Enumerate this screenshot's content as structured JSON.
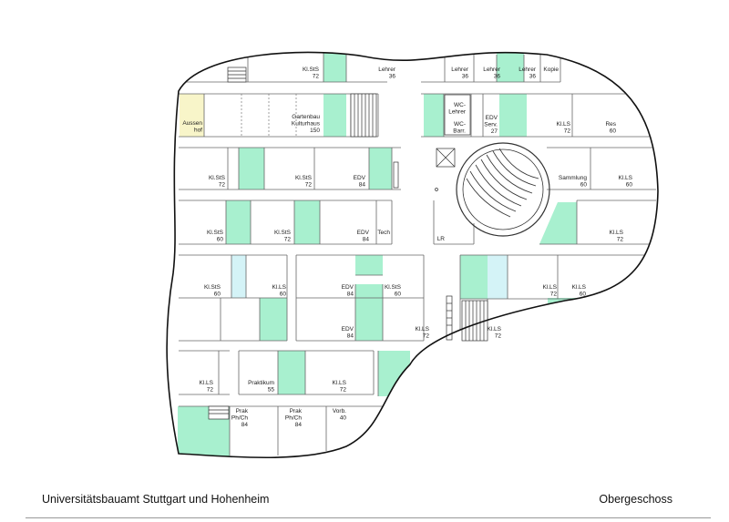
{
  "footer": {
    "institution": "Universitätsbauamt Stuttgart und Hohenheim",
    "floor": "Obergeschoss"
  },
  "colors": {
    "outline": "#111111",
    "wall": "#666666",
    "green_room": "#a8f0cf",
    "light_blue_room": "#d4f3f7",
    "yellow_room": "#f8f5c9"
  },
  "rooms": [
    {
      "id": "r1",
      "lines": [
        "Kl.StS",
        "72"
      ]
    },
    {
      "id": "r2",
      "lines": [
        "Lehrer",
        "36"
      ]
    },
    {
      "id": "r3",
      "lines": [
        "Lehrer",
        "36"
      ]
    },
    {
      "id": "r4",
      "lines": [
        "Lehrer",
        "36"
      ]
    },
    {
      "id": "r5",
      "lines": [
        "Lehrer",
        "36"
      ]
    },
    {
      "id": "r6",
      "lines": [
        "Kopie"
      ]
    },
    {
      "id": "r7",
      "lines": [
        "Aussen",
        "hof"
      ]
    },
    {
      "id": "r8",
      "lines": [
        "Gartenbau",
        "Kulturhaus",
        "150"
      ]
    },
    {
      "id": "r9",
      "lines": [
        "WC-",
        "Lehrer"
      ]
    },
    {
      "id": "r10",
      "lines": [
        "WC-",
        "Barr."
      ]
    },
    {
      "id": "r11",
      "lines": [
        "EDV",
        "Serv.",
        "27"
      ]
    },
    {
      "id": "r12",
      "lines": [
        "Kl.LS",
        "72"
      ]
    },
    {
      "id": "r13",
      "lines": [
        "Res",
        "60"
      ]
    },
    {
      "id": "r14",
      "lines": [
        "Kl.StS",
        "72"
      ]
    },
    {
      "id": "r15",
      "lines": [
        "Kl.StS",
        "72"
      ]
    },
    {
      "id": "r16",
      "lines": [
        "EDV",
        "84"
      ]
    },
    {
      "id": "r17",
      "lines": [
        "Sammlung",
        "60"
      ]
    },
    {
      "id": "r18",
      "lines": [
        "Kl.LS",
        "60"
      ]
    },
    {
      "id": "r19",
      "lines": [
        "Kl.StS",
        "60"
      ]
    },
    {
      "id": "r20",
      "lines": [
        "Kl.StS",
        "72"
      ]
    },
    {
      "id": "r21",
      "lines": [
        "EDV",
        "84"
      ]
    },
    {
      "id": "r22",
      "lines": [
        "Tech"
      ]
    },
    {
      "id": "r23",
      "lines": [
        "LR"
      ]
    },
    {
      "id": "r24",
      "lines": [
        "Kl.LS",
        "72"
      ]
    },
    {
      "id": "r25",
      "lines": [
        "Kl.StS",
        "60"
      ]
    },
    {
      "id": "r26",
      "lines": [
        "Kl.LS",
        "60"
      ]
    },
    {
      "id": "r27",
      "lines": [
        "EDV",
        "84"
      ]
    },
    {
      "id": "r28",
      "lines": [
        "Kl.StS",
        "60"
      ]
    },
    {
      "id": "r29",
      "lines": [
        "Kl.LS",
        "72"
      ]
    },
    {
      "id": "r30",
      "lines": [
        "Kl.LS",
        "60"
      ]
    },
    {
      "id": "r31",
      "lines": [
        "EDV",
        "84"
      ]
    },
    {
      "id": "r32",
      "lines": [
        "Kl.LS",
        "72"
      ]
    },
    {
      "id": "r33",
      "lines": [
        "Kl.LS",
        "72"
      ]
    },
    {
      "id": "r34",
      "lines": [
        "Kl.LS",
        "72"
      ]
    },
    {
      "id": "r35",
      "lines": [
        "Praktikum",
        "55"
      ]
    },
    {
      "id": "r36",
      "lines": [
        "Kl.LS",
        "72"
      ]
    },
    {
      "id": "r37",
      "lines": [
        "Prak",
        "Ph/Ch",
        "84"
      ]
    },
    {
      "id": "r38",
      "lines": [
        "Prak",
        "Ph/Ch",
        "84"
      ]
    },
    {
      "id": "r39",
      "lines": [
        "Vorb.",
        "40"
      ]
    }
  ]
}
